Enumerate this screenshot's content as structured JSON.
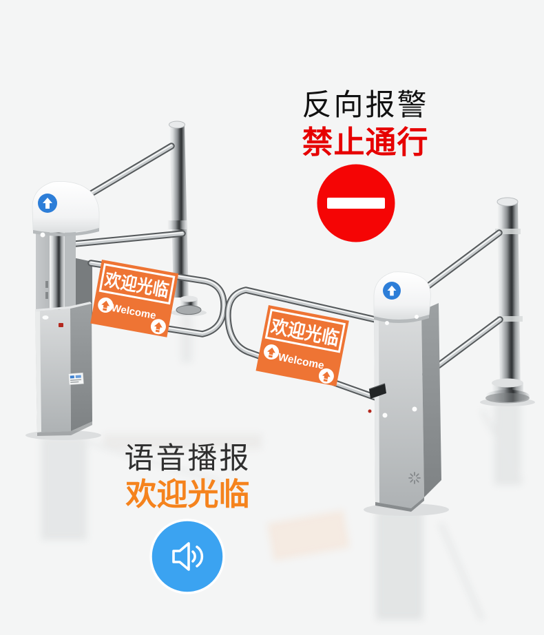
{
  "page": {
    "type": "product-showcase-image",
    "background_color": "#f4f5f5"
  },
  "annotations": {
    "alarm": {
      "title": "反向报警",
      "subtitle": "禁止通行",
      "title_color": "#111111",
      "subtitle_color": "#e60000",
      "icon": "no-entry-icon",
      "icon_color": "#f50505",
      "icon_bar_color": "#ffffff"
    },
    "voice": {
      "title": "语音播报",
      "subtitle": "欢迎光临",
      "title_color": "#2f2f2f",
      "subtitle_color": "#f5831d",
      "icon": "speaker-icon",
      "icon_color": "#3ba3f1"
    }
  },
  "product": {
    "name": "supermarket-swing-gate-entrance",
    "arm_sign": {
      "title": "欢迎光临",
      "subtitle": "Welcome",
      "background_color": "#ee7434",
      "text_color": "#ffffff",
      "arrow_icon": "pedestrian-up-arrow-icon"
    },
    "cap_badge": {
      "icon": "up-arrow-icon",
      "background_color": "#2d7ed8",
      "arrow_color": "#ffffff"
    }
  }
}
